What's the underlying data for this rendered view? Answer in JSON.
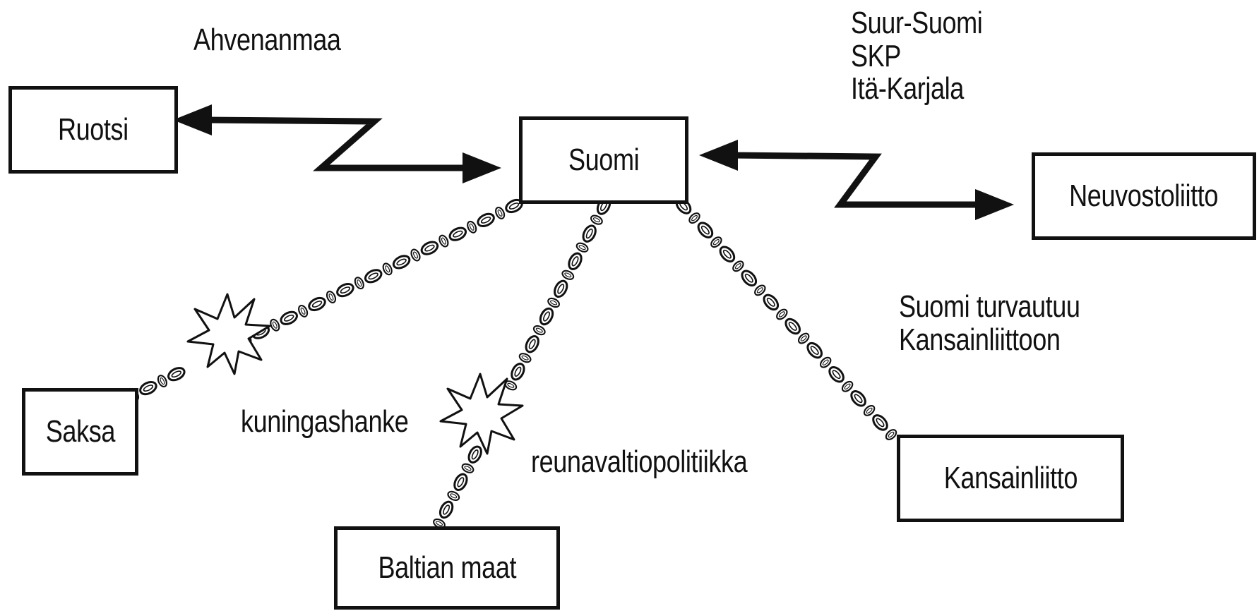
{
  "nodes": {
    "ruotsi": "Ruotsi",
    "suomi": "Suomi",
    "neuvostoliitto": "Neuvostoliitto",
    "saksa": "Saksa",
    "baltian_maat": "Baltian maat",
    "kansainliitto": "Kansainliitto"
  },
  "labels": {
    "ahvenanmaa": "Ahvenanmaa",
    "suur_suomi": "Suur-Suomi",
    "skp": "SKP",
    "ita_karjala": "Itä-Karjala",
    "turvautuu_1": "Suomi turvautuu",
    "turvautuu_2": "Kansainliittoon",
    "kuningashanke": "kuningashanke",
    "reunavaltiopolitiikka": "reunavaltiopolitiikka"
  },
  "links": [
    {
      "from": "Suomi",
      "to": "Ruotsi",
      "kind": "conflict-arrow"
    },
    {
      "from": "Suomi",
      "to": "Neuvostoliitto",
      "kind": "conflict-arrow"
    },
    {
      "from": "Suomi",
      "to": "Saksa",
      "kind": "broken-chain"
    },
    {
      "from": "Suomi",
      "to": "Baltian maat",
      "kind": "broken-chain"
    },
    {
      "from": "Suomi",
      "to": "Kansainliitto",
      "kind": "chain"
    }
  ],
  "colors": {
    "ink": "#111111",
    "background": "#ffffff"
  }
}
